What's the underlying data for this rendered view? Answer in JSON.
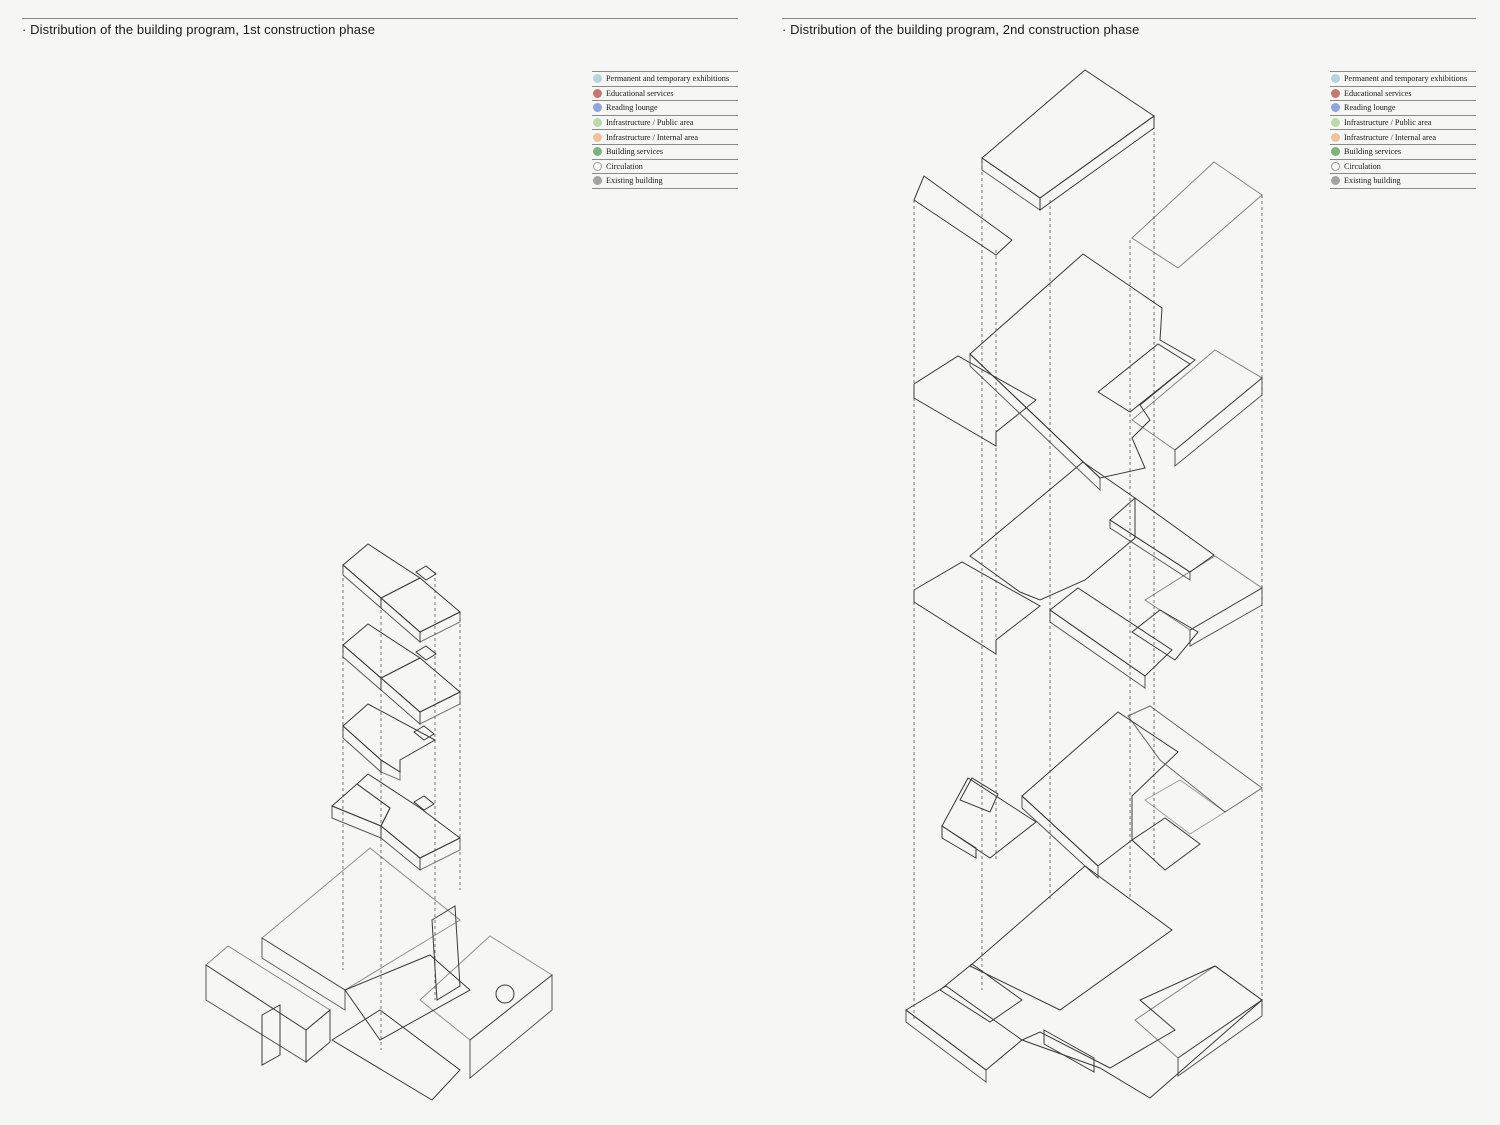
{
  "panels": [
    {
      "title": "· Distribution of the building program, 1st construction phase",
      "legend": [
        {
          "label": "Permanent and temporary exhibitions",
          "color": "#b9d3de"
        },
        {
          "label": "Educational services",
          "color": "#c47a72"
        },
        {
          "label": "Reading lounge",
          "color": "#8fa6d6"
        },
        {
          "label": "Infrastructure / Public area",
          "color": "#bcd9a9"
        },
        {
          "label": "Infrastructure / Internal area",
          "color": "#f0c29c"
        },
        {
          "label": "Building services",
          "color": "#7fb37c"
        },
        {
          "label": "Circulation",
          "color": "#ffffff"
        },
        {
          "label": "Existing building",
          "color": "#a3a3a3"
        }
      ]
    },
    {
      "title": "· Distribution of the building program, 2nd construction phase",
      "legend": [
        {
          "label": "Permanent and temporary exhibitions",
          "color": "#b9d3de"
        },
        {
          "label": "Educational services",
          "color": "#c47a72"
        },
        {
          "label": "Reading lounge",
          "color": "#8fa6d6"
        },
        {
          "label": "Infrastructure / Public area",
          "color": "#bcd9a9"
        },
        {
          "label": "Infrastructure / Internal area",
          "color": "#f0c29c"
        },
        {
          "label": "Building services",
          "color": "#7fb37c"
        },
        {
          "label": "Circulation",
          "color": "#ffffff"
        },
        {
          "label": "Existing building",
          "color": "#a3a3a3"
        }
      ]
    }
  ]
}
